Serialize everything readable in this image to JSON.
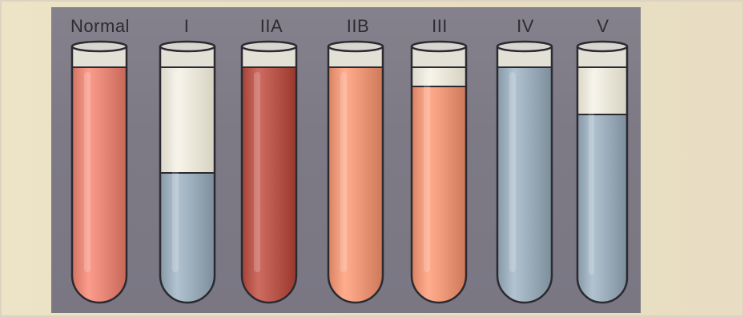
{
  "figure": {
    "colors": {
      "background": "#ebe1c4",
      "panel": "#807d89",
      "glass_outline": "#2b2a31",
      "plasma_clear": "#efecdf",
      "normal_blood": "#e98a7a",
      "dark_blood": "#bd5a4f",
      "orange_blood": "#f09b7c",
      "blue_gray": "#9fb1be"
    },
    "tubes": [
      {
        "label": "Normal",
        "upper_fill": "",
        "lower_fill": "normal_blood",
        "clear_fraction": 0.0
      },
      {
        "label": "I",
        "upper_fill": "plasma_clear",
        "lower_fill": "blue_gray",
        "clear_fraction": 0.45
      },
      {
        "label": "IIA",
        "upper_fill": "",
        "lower_fill": "dark_blood",
        "clear_fraction": 0.0
      },
      {
        "label": "IIB",
        "upper_fill": "",
        "lower_fill": "orange_blood",
        "clear_fraction": 0.0
      },
      {
        "label": "III",
        "upper_fill": "plasma_clear",
        "lower_fill": "orange_blood",
        "clear_fraction": 0.08
      },
      {
        "label": "IV",
        "upper_fill": "",
        "lower_fill": "blue_gray",
        "clear_fraction": 0.0
      },
      {
        "label": "V",
        "upper_fill": "plasma_clear",
        "lower_fill": "blue_gray",
        "clear_fraction": 0.2
      }
    ]
  }
}
